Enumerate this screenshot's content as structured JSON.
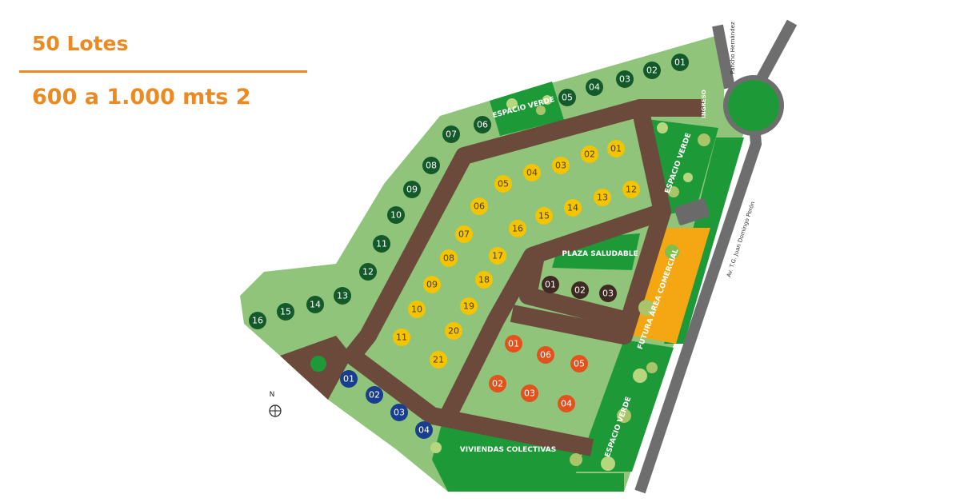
{
  "header": {
    "lots_count": "50 Lotes",
    "size_range": "600 a 1.000 mts 2"
  },
  "colors": {
    "accent": "#ec8a22",
    "light_green": "#8fc47a",
    "dark_green": "#1d9a37",
    "road": "#6b4a3c",
    "lot_dark_green": "#13592a",
    "lot_yellow": "#f5c400",
    "lot_brown": "#3f2a23",
    "lot_orange": "#e2521d",
    "lot_blue": "#1a3e8f",
    "commercial": "#f4a712"
  },
  "labels": {
    "espacio_verde": "ESPACIO VERDE",
    "plaza_saludable": "PLAZA SALUDABLE",
    "futura_area_comercial": "FUTURA ÁREA COMERCIAL",
    "viviendas_colectivas": "VIVIENDAS COLECTIVAS",
    "ingreso": "INGRESO",
    "street_pancho": "Pancho Hernández",
    "street_peron": "Av. T.G. Juan Domingo Perón",
    "north": "N"
  },
  "lot_groups": {
    "dark_green": [
      "01",
      "02",
      "03",
      "04",
      "05",
      "06",
      "07",
      "08",
      "09",
      "10",
      "11",
      "12",
      "13",
      "14",
      "15",
      "16"
    ],
    "yellow": [
      "01",
      "02",
      "03",
      "04",
      "05",
      "06",
      "07",
      "08",
      "09",
      "10",
      "11",
      "12",
      "13",
      "14",
      "15",
      "16",
      "17",
      "18",
      "19",
      "20",
      "21"
    ],
    "brown": [
      "01",
      "02",
      "03"
    ],
    "orange": [
      "01",
      "02",
      "03",
      "04",
      "05",
      "06"
    ],
    "blue": [
      "01",
      "02",
      "03",
      "04"
    ]
  }
}
